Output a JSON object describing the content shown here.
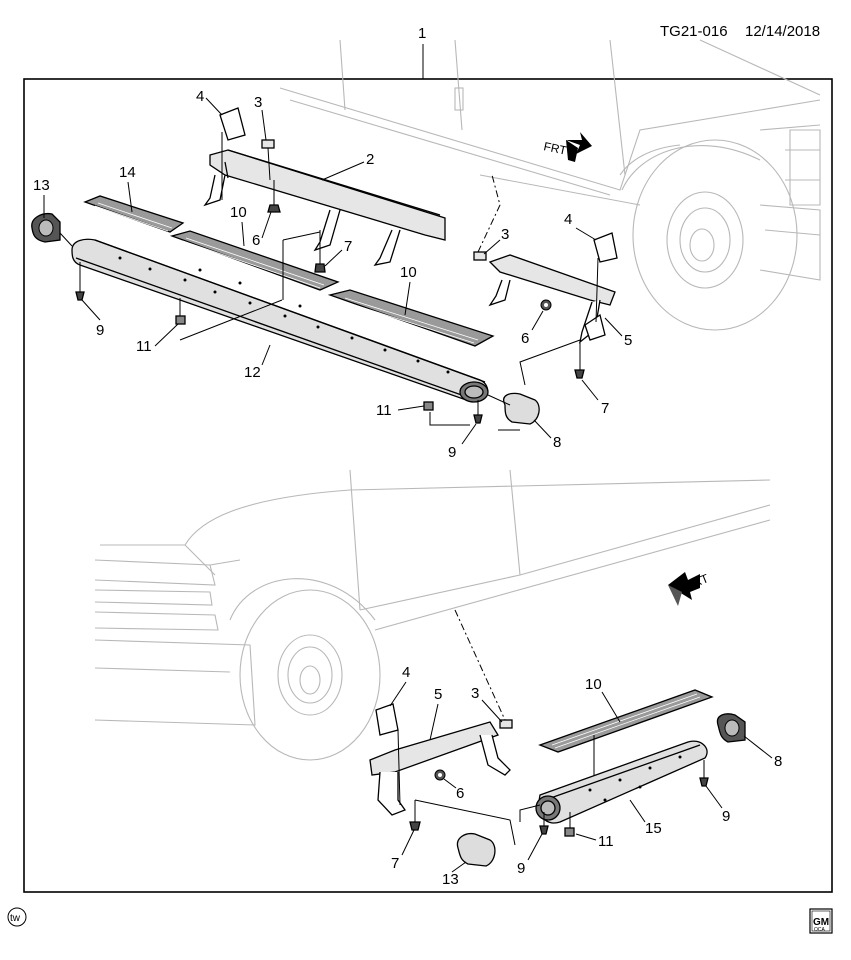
{
  "header": {
    "diagram_id": "TG21-016",
    "date": "12/14/2018"
  },
  "frt_label": "FRT",
  "footer": {
    "tw_label": "tw",
    "gm_text": "GM",
    "gm_subtext": "OCA"
  },
  "callouts": {
    "c1": "1",
    "top_4a": "4",
    "top_3a": "3",
    "top_2": "2",
    "top_13": "13",
    "top_14": "14",
    "top_10a": "10",
    "top_6a": "6",
    "top_7a": "7",
    "top_9a": "9",
    "top_11a": "11",
    "top_12": "12",
    "top_10b": "10",
    "top_3b": "3",
    "top_4b": "4",
    "top_6b": "6",
    "top_5": "5",
    "top_7b": "7",
    "top_11b": "11",
    "top_9b": "9",
    "top_8": "8",
    "bot_4": "4",
    "bot_5": "5",
    "bot_3": "3",
    "bot_10": "10",
    "bot_8": "8",
    "bot_6": "6",
    "bot_9a": "9",
    "bot_15": "15",
    "bot_7": "7",
    "bot_13": "13",
    "bot_9b": "9",
    "bot_11": "11"
  }
}
